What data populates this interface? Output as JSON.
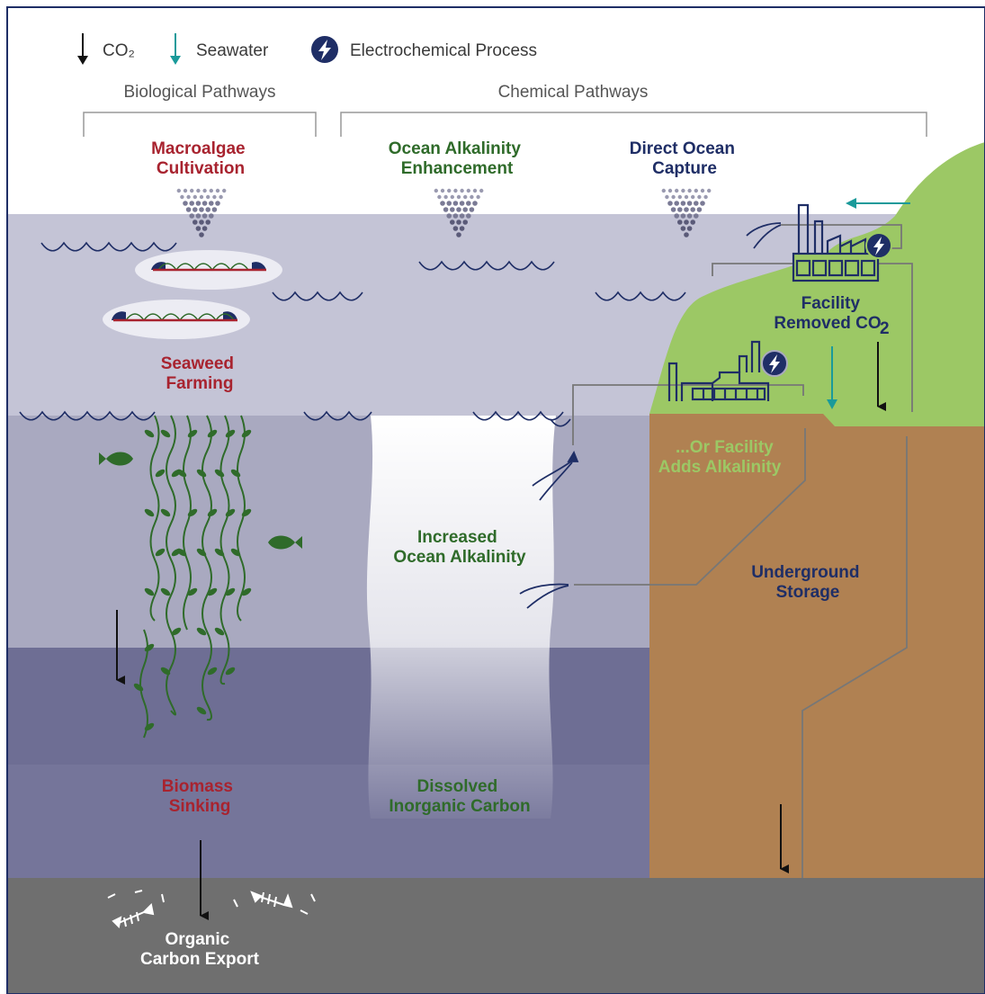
{
  "legend": {
    "co2": "CO₂",
    "seawater": "Seawater",
    "electrochemical": "Electrochemical Process"
  },
  "groups": {
    "biological": "Biological Pathways",
    "chemical": "Chemical Pathways"
  },
  "methods": {
    "macroalgae": [
      "Macroalgae",
      "Cultivation"
    ],
    "oae": [
      "Ocean Alkalinity",
      "Enhancement"
    ],
    "doc": [
      "Direct Ocean",
      "Capture"
    ]
  },
  "labels": {
    "seaweed": [
      "Seaweed",
      "Farming"
    ],
    "facility_removed": [
      "Facility",
      "Removed CO"
    ],
    "facility_removed_sub": "2",
    "facility_adds": [
      "...Or Facility",
      "Adds Alkalinity"
    ],
    "increased_alk": [
      "Increased",
      "Ocean Alkalinity"
    ],
    "underground": [
      "Underground",
      "Storage"
    ],
    "biomass": [
      "Biomass",
      "Sinking"
    ],
    "dic": [
      "Dissolved",
      "Inorganic Carbon"
    ],
    "organic": [
      "Organic",
      "Carbon Export"
    ]
  },
  "colors": {
    "biological_red": "#a8232f",
    "chemical_green": "#2f6b2a",
    "doc_navy": "#1f2e66",
    "seawater_teal": "#1a9a9a",
    "land_green": "#9cc865",
    "soil": "#b08152",
    "seafloor": "#6f6f6f",
    "border": "#1f2e66"
  }
}
